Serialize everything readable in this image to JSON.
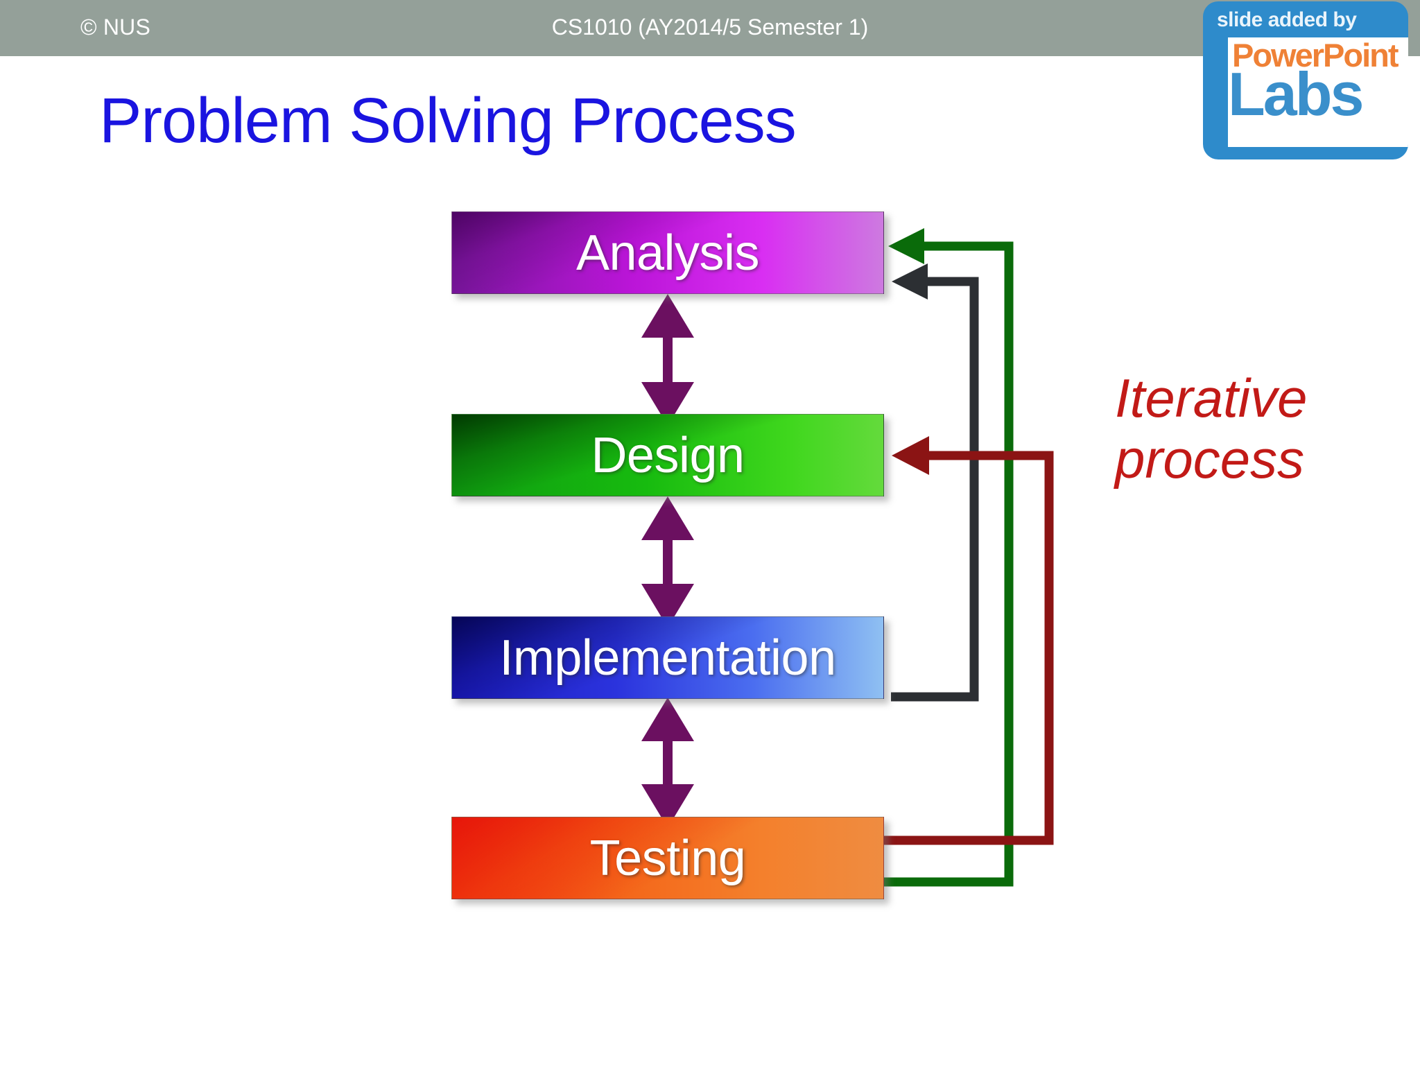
{
  "header": {
    "copyright": "© NUS",
    "course": "CS1010 (AY2014/5 Semester 1)",
    "background_color": "#94a099"
  },
  "logo": {
    "tagline": "slide added by",
    "brand_top": "PowerPoint",
    "brand_bottom": "Labs",
    "panel_color": "#2e8bcb",
    "brand_top_color": "#ef8136",
    "brand_bottom_color": "#3a8fcb"
  },
  "title": {
    "text": "Problem Solving Process",
    "color": "#1a14e0"
  },
  "diagram": {
    "type": "flowchart",
    "orientation": "vertical",
    "stages": [
      {
        "id": "analysis",
        "label": "Analysis",
        "color_start": "#7c17a0",
        "color_end": "#cd7ae0"
      },
      {
        "id": "design",
        "label": "Design",
        "color_start": "#0f9c10",
        "color_end": "#64da3c"
      },
      {
        "id": "implementation",
        "label": "Implementation",
        "color_start": "#1c1cc0",
        "color_end": "#8fc0f2"
      },
      {
        "id": "testing",
        "label": "Testing",
        "color_start": "#f23a10",
        "color_end": "#ef8c41"
      }
    ],
    "sequential_links": [
      {
        "from": "analysis",
        "to": "design",
        "style": "double-headed",
        "color": "#6b1060"
      },
      {
        "from": "design",
        "to": "implementation",
        "style": "double-headed",
        "color": "#6b1060"
      },
      {
        "from": "implementation",
        "to": "testing",
        "style": "double-headed",
        "color": "#6b1060"
      }
    ],
    "feedback_links": [
      {
        "from": "testing",
        "to": "analysis",
        "color": "#0a6b0a"
      },
      {
        "from": "implementation",
        "to": "analysis",
        "color": "#2c2f33"
      },
      {
        "from": "testing",
        "to": "design",
        "color": "#8b1414"
      }
    ]
  },
  "annotation": {
    "iterative": "Iterative\nprocess",
    "color": "#c21a17"
  }
}
